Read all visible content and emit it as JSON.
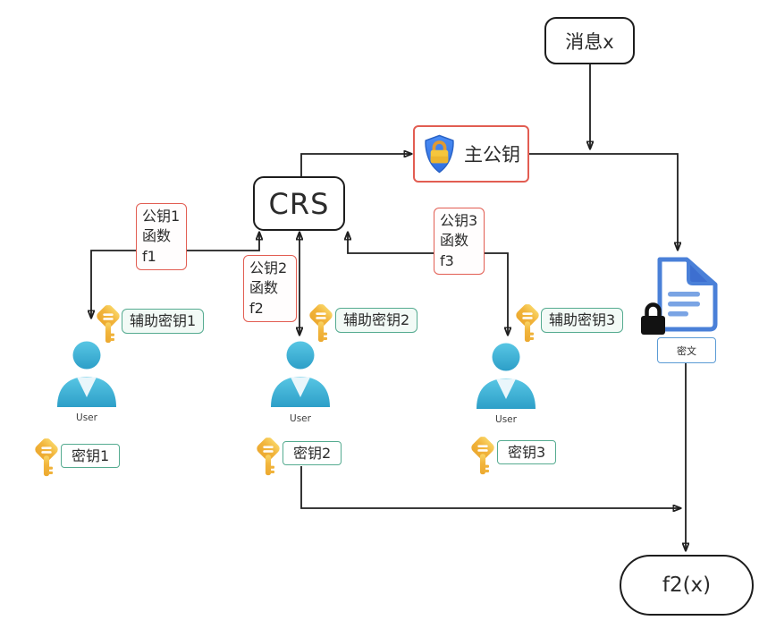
{
  "diagram": {
    "message_node": {
      "label": "消息x"
    },
    "master_key_node": {
      "label": "主公钥"
    },
    "crs_node": {
      "label": "CRS"
    },
    "output_node": {
      "label": "f2(x)"
    },
    "ciphertext_node": {
      "label": "密文"
    },
    "edge_labels": {
      "pk1": {
        "line1": "公钥1",
        "line2": "函数f1"
      },
      "pk2": {
        "line1": "公钥2",
        "line2": "函数f2"
      },
      "pk3": {
        "line1": "公钥3",
        "line2": "函数f3"
      }
    },
    "users": [
      {
        "caption": "User",
        "aux_key": "辅助密钥1",
        "secret_key": "密钥1"
      },
      {
        "caption": "User",
        "aux_key": "辅助密钥2",
        "secret_key": "密钥2"
      },
      {
        "caption": "User",
        "aux_key": "辅助密钥3",
        "secret_key": "密钥3"
      }
    ],
    "colors": {
      "red_border": "#e25d52",
      "teal_border": "#55ab90",
      "blue_border": "#5b9bd5",
      "line": "#1f1f1f",
      "shield_blue": "#3d7ff0",
      "key_gold": "#f2b53c",
      "user_cyan": "#3fb4d8",
      "doc_blue": "#4a80d8"
    }
  }
}
